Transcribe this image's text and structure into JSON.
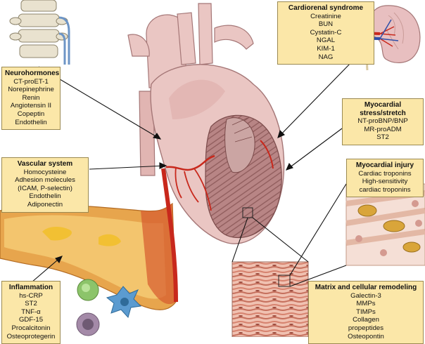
{
  "boxes": {
    "neurohormones": {
      "title": "Neurohormones",
      "items": [
        "CT-proET-1",
        "Norepinephrine",
        "Renin",
        "Angiotensin II",
        "Copeptin",
        "Endothelin"
      ]
    },
    "cardiorenal": {
      "title": "Cardiorenal syndrome",
      "items": [
        "Creatinine",
        "BUN",
        "Cystatin-C",
        "NGAL",
        "KIM-1",
        "NAG"
      ]
    },
    "stress": {
      "title": "Myocardial stress/stretch",
      "items": [
        "NT-proBNP/BNP",
        "MR-proADM",
        "ST2"
      ]
    },
    "vascular": {
      "title": "Vascular system",
      "items": [
        "Homocysteine",
        "Adhesion molecules",
        "(ICAM, P-selectin)",
        "Endothelin",
        "Adiponectin"
      ]
    },
    "injury": {
      "title": "Myocardial injury",
      "items": [
        "Cardiac troponins",
        "High-sensitivity",
        "cardiac troponins"
      ]
    },
    "inflammation": {
      "title": "Inflammation",
      "items": [
        "hs-CRP",
        "ST2",
        "TNF-α",
        "GDF-15",
        "Procalcitonin",
        "Osteoprotegerin"
      ]
    },
    "remodeling": {
      "title": "Matrix and cellular remodeling",
      "items": [
        "Galectin-3",
        "MMPs",
        "TIMPs",
        "Collagen",
        "propeptides",
        "Osteopontin"
      ]
    }
  },
  "colors": {
    "box_fill": "#fbe7a8",
    "box_border": "#9b8a52",
    "heart": "#eac6c3",
    "heart_shadow": "#c99b98",
    "muscle": "#b47f7f",
    "artery": "#c8281c",
    "vein": "#2f4fa8",
    "plaque": "#f2c033",
    "kidney": "#e8bfc0",
    "spine": "#e9e2cf",
    "fiber": "#d6826e",
    "mito": "#d9a53a",
    "neutrophil": "#8cc46a",
    "macrophage": "#5b9bd0",
    "lymphocyte": "#a48aa8"
  }
}
